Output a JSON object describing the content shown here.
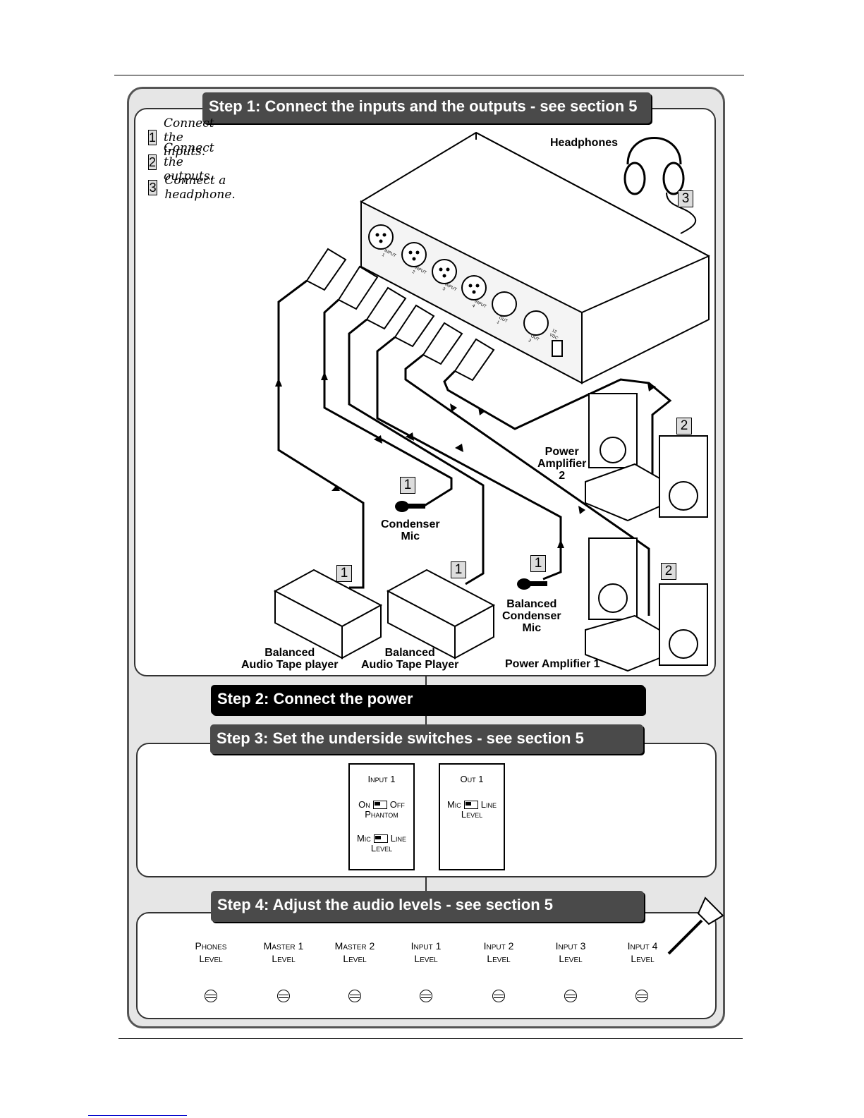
{
  "step1": {
    "title": "Step 1: Connect the inputs and the outputs - see section 5",
    "instructions": [
      {
        "num": "1",
        "text": "Connect the inputs."
      },
      {
        "num": "2",
        "text": "Connect the outputs."
      },
      {
        "num": "3",
        "text": "Connect a headphone."
      }
    ],
    "labels": {
      "headphones": "Headphones",
      "power_amp_2": "Power\nAmplifier\n2",
      "condenser_mic": "Condenser\nMic",
      "balanced_condenser_mic": "Balanced\nCondenser\nMic",
      "tape_player_1": "Balanced\nAudio Tape player",
      "tape_player_2": "Balanced\nAudio Tape Player",
      "power_amp_1": "Power Amplifier 1"
    },
    "callouts": {
      "headphones": "3",
      "amp2": "2",
      "amp1": "2",
      "condenser_mic": "1",
      "tape1": "1",
      "tape2": "1",
      "balanced_mic": "1"
    },
    "device_ports": {
      "input1": "INPUT 1",
      "input2": "INPUT 2",
      "input3": "INPUT 3",
      "input4": "INPUT 4",
      "out1": "OUT 1",
      "out2": "OUT 2",
      "power": "12 VDC"
    }
  },
  "step2": {
    "title": "Step 2: Connect the power"
  },
  "step3": {
    "title": "Step 3: Set the underside switches - see section 5",
    "input_card": {
      "header": "Input 1",
      "phantom_left": "On",
      "phantom_right": "Off",
      "phantom_name": "Phantom",
      "level_left": "Mic",
      "level_right": "Line",
      "level_name": "Level"
    },
    "output_card": {
      "header": "Out 1",
      "level_left": "Mic",
      "level_right": "Line",
      "level_name": "Level"
    }
  },
  "step4": {
    "title": "Step 4: Adjust the audio levels  - see section 5",
    "knobs": [
      {
        "line1": "Phones",
        "line2": "Level"
      },
      {
        "line1": "Master 1",
        "line2": "Level"
      },
      {
        "line1": "Master 2",
        "line2": "Level"
      },
      {
        "line1": "Input 1",
        "line2": "Level"
      },
      {
        "line1": "Input 2",
        "line2": "Level"
      },
      {
        "line1": "Input 3",
        "line2": "Level"
      },
      {
        "line1": "Input 4",
        "line2": "Level"
      }
    ]
  },
  "colors": {
    "banner": "#4a4a4a",
    "panel_bg": "#e6e6e6",
    "footer_link": "#0000cc"
  }
}
